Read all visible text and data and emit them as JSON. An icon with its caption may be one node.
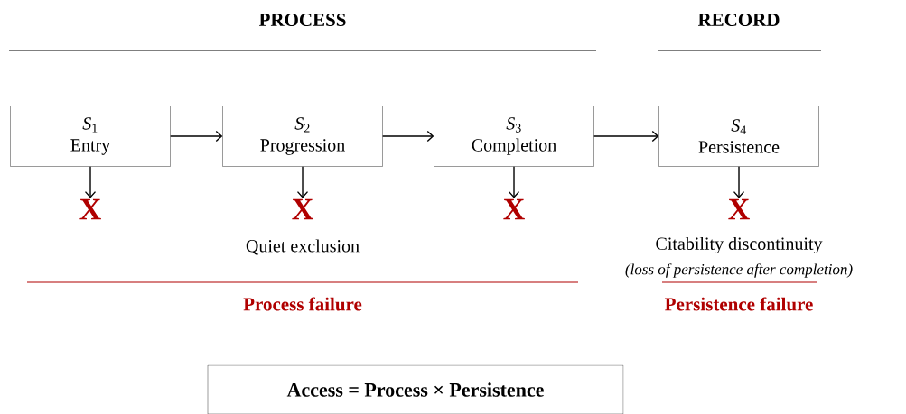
{
  "diagram": {
    "nodes": [
      {
        "text": [
          "*S*$_{1}$",
          "Entry"
        ]
      },
      {
        "text": [
          "*S*$_{2}$",
          "Progression"
        ]
      },
      {
        "text": [
          "*S*$_{3}$",
          "Completion"
        ]
      },
      {
        "text": [
          "*S*$_{4}$",
          "Persistence"
        ]
      },
      {
        "text": [
          "X"
        ]
      },
      {
        "text": [
          "X"
        ],
        "beside": [
          "Quiet exclusion"
        ]
      },
      {
        "text": [
          "X"
        ]
      },
      {
        "text": [
          "X"
        ],
        "beside": [
          "Citability discontinuity",
          "(loss of persistence after completion)"
        ]
      },
      {
        "text": [
          "Access = Process × Persistence"
        ]
      }
    ],
    "edges": [
      {
        "from": 0,
        "to": 1,
        "arrow": "to"
      },
      {
        "from": 1,
        "to": 2,
        "arrow": "to"
      },
      {
        "from": 2,
        "to": 3,
        "arrow": "to"
      },
      {
        "from": 0,
        "to": 4,
        "arrow": "to"
      },
      {
        "from": 1,
        "to": 5,
        "arrow": "to"
      },
      {
        "from": 2,
        "to": 6,
        "arrow": "to"
      },
      {
        "from": 3,
        "to": 7,
        "arrow": "to"
      }
    ],
    "labels": [
      "PROCESS",
      "RECORD",
      "Process failure",
      "Persistence failure"
    ]
  }
}
